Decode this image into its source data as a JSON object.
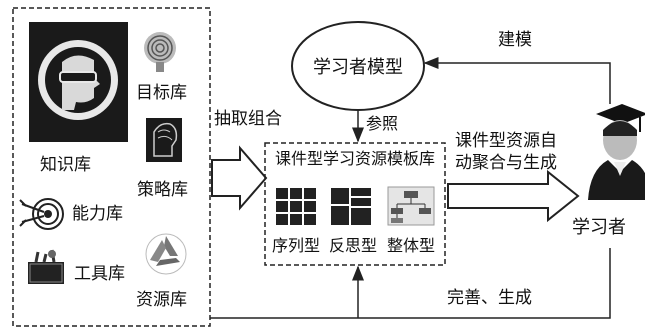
{
  "library_group": {
    "items": [
      {
        "label": "知识库",
        "icon": "head-profile-icon"
      },
      {
        "label": "目标库",
        "icon": "fingerprint-target-icon"
      },
      {
        "label": "策略库",
        "icon": "brain-head-icon"
      },
      {
        "label": "能力库",
        "icon": "target-arrows-icon"
      },
      {
        "label": "工具库",
        "icon": "toolbox-icon"
      },
      {
        "label": "资源库",
        "icon": "recycle-icon"
      }
    ]
  },
  "arrow_labels": {
    "extract": "抽取组合",
    "model_build": "建模",
    "reference": "参照",
    "auto_generate_line1": "课件型资源自",
    "auto_generate_line2": "动聚合与生成",
    "improve": "完善、生成"
  },
  "learner_model": {
    "label": "学习者模型"
  },
  "template_library": {
    "title": "课件型学习资源模板库",
    "types": [
      {
        "label": "序列型",
        "icon": "grid-sequence-icon"
      },
      {
        "label": "反思型",
        "icon": "grid-reflection-icon"
      },
      {
        "label": "整体型",
        "icon": "tree-diagram-icon"
      }
    ]
  },
  "learner": {
    "label": "学习者",
    "icon": "graduate-student-icon"
  }
}
